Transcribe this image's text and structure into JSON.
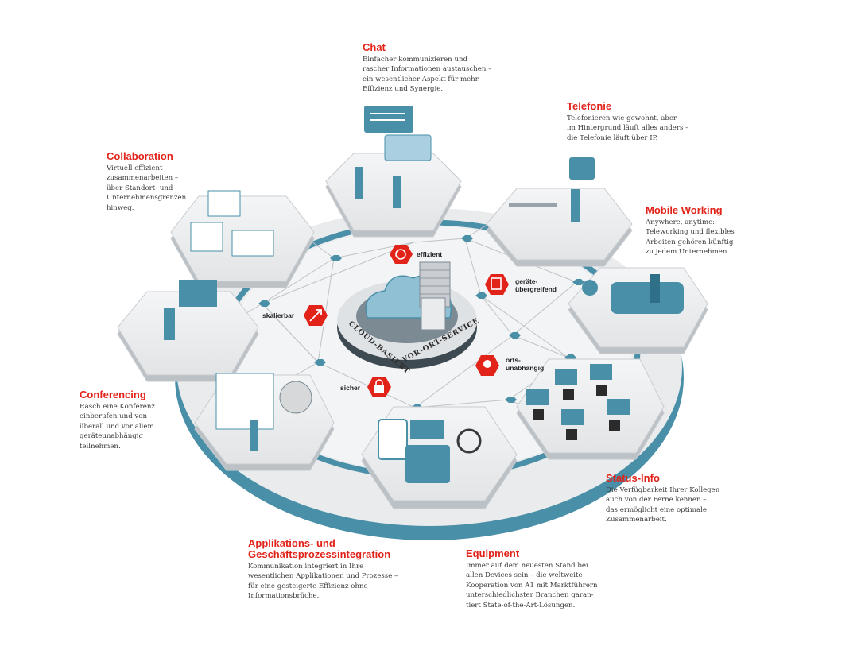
{
  "colors": {
    "accent_red": "#e2231a",
    "teal": "#4a8fa8",
    "teal_light": "#a9cfe0",
    "grey": "#d6d8da",
    "dark": "#3a3a3a"
  },
  "center": {
    "ring_left": "CLOUD-BASIERT",
    "ring_right": "VOR-ORT-SERVICE"
  },
  "badges": [
    {
      "label": "effizient",
      "icon": "gear-chat-icon"
    },
    {
      "label": "geräte-\nübergreifend",
      "icon": "devices-icon"
    },
    {
      "label": "skalierbar",
      "icon": "scale-arrows-icon"
    },
    {
      "label": "orts-\nunabhängig",
      "icon": "location-pins-icon"
    },
    {
      "label": "sicher",
      "icon": "lock-icon"
    }
  ],
  "callouts": {
    "chat": {
      "title": "Chat",
      "text": "Einfacher kommunizieren und\nrascher Informationen austauschen –\nein wesentlicher Aspekt für mehr\nEffizienz und Synergie."
    },
    "telefonie": {
      "title": "Telefonie",
      "text": "Telefonieren wie gewohnt, aber\nim Hintergrund läuft alles anders –\ndie Telefonie läuft über IP."
    },
    "collaboration": {
      "title": "Collaboration",
      "text": "Virtuell effizient\nzusammenarbeiten –\nüber Standort- und\nUnternehmensgrenzen\nhinweg."
    },
    "mobile": {
      "title": "Mobile Working",
      "text": "Anywhere, anytime:\nTeleworking und flexibles\nArbeiten gehören künftig\nzu jedem Unternehmen."
    },
    "conferencing": {
      "title": "Conferencing",
      "text": "Rasch eine Konferenz\neinberufen und von\nüberall und vor allem\ngeräteunabhängig\nteilnehmen."
    },
    "status": {
      "title": "Status-Info",
      "text": "Die Verfügbarkeit Ihrer Kollegen\nauch von der Ferne kennen –\ndas ermöglicht eine optimale\nZusammenarbeit."
    },
    "apps": {
      "title": "Applikations- und\nGeschäftsprozessintegration",
      "text": "Kommunikation integriert in Ihre\nwesentlichen Applikationen und Prozesse –\nfür eine gesteigerte Effizienz ohne\nInformationsbrüche."
    },
    "equipment": {
      "title": "Equipment",
      "text": "Immer auf dem neuesten Stand bei\nallen Devices sein – die weltweite\nKooperation von A1 mit Marktführern\nunterschiedlichster Branchen garan-\ntiert State-of-the-Art-Lösungen."
    }
  }
}
